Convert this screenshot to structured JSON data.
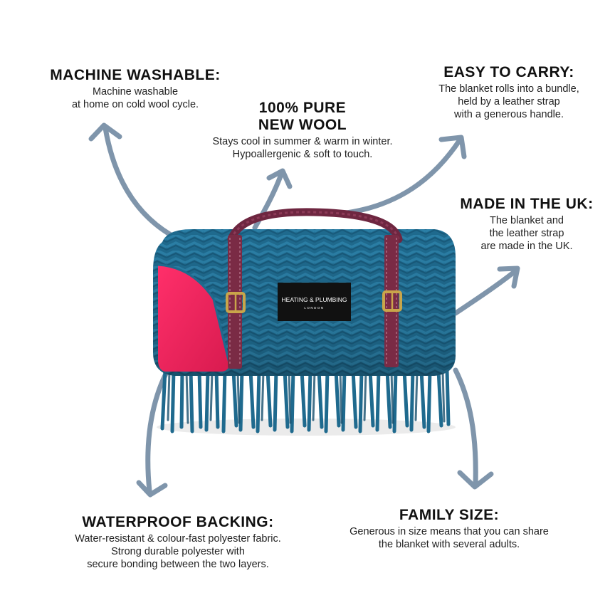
{
  "features": {
    "machine_washable": {
      "title": "MACHINE WASHABLE:",
      "lines": [
        "Machine washable",
        "at home on cold wool cycle."
      ]
    },
    "pure_wool": {
      "title_lines": [
        "100% PURE",
        "NEW WOOL"
      ],
      "lines": [
        "Stays cool in summer & warm in winter.",
        "Hypoallergenic & soft to touch."
      ]
    },
    "easy_to_carry": {
      "title": "EASY TO CARRY:",
      "lines": [
        "The blanket rolls into a bundle,",
        "held by a leather strap",
        "with a generous handle."
      ]
    },
    "made_in_uk": {
      "title": "MADE IN THE UK:",
      "lines": [
        "The blanket and",
        "the leather strap",
        "are made in the UK."
      ]
    },
    "waterproof_backing": {
      "title": "WATERPROOF BACKING:",
      "lines": [
        "Water-resistant & colour-fast polyester fabric.",
        "Strong durable polyester with",
        "secure bonding between the two layers."
      ]
    },
    "family_size": {
      "title": "FAMILY SIZE:",
      "lines": [
        "Generous in size means that you can share",
        "the blanket with several adults."
      ]
    }
  },
  "product": {
    "label_brand": "HEATING & PLUMBING",
    "label_city": "LONDON"
  },
  "colors": {
    "arrow": "#7f95ab",
    "blanket": "#1f6a8e",
    "blanket_dark": "#174f6d",
    "lining": "#e8215a",
    "strap": "#7a2b45",
    "buckle": "#c9a54a",
    "label_bg": "#111111"
  }
}
